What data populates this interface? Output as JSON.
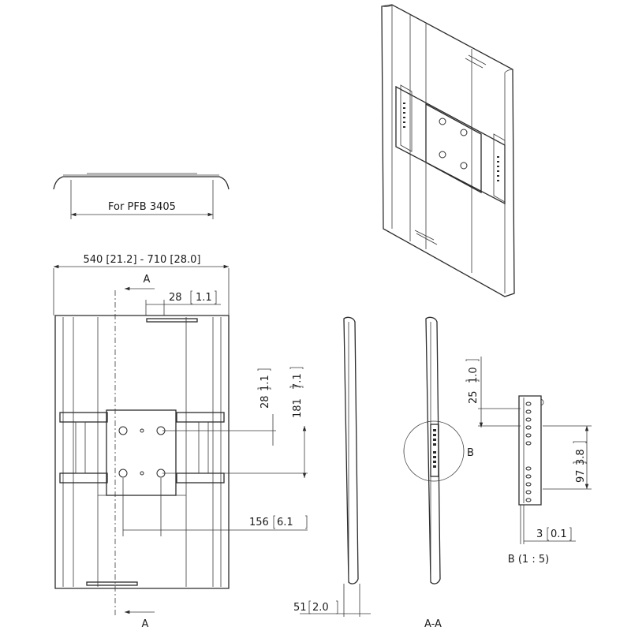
{
  "labels": {
    "for_pfb": "For PFB 3405",
    "width_range": "540 [21.2] - 710 [28.0]",
    "section_a_top": "A",
    "section_a_bottom": "A",
    "dim_28_h": "28",
    "dim_28_h_in": "1.1",
    "dim_28_v": "28",
    "dim_28_v_in": "1.1",
    "dim_181": "181",
    "dim_181_in": "7.1",
    "dim_156": "156",
    "dim_156_in": "6.1",
    "dim_51": "51",
    "dim_51_in": "2.0",
    "section_aa": "A-A",
    "detail_b": "B",
    "detail_b_scale": "B (1 : 5)",
    "dim_25": "25",
    "dim_25_in": "1.0",
    "dim_97": "97",
    "dim_97_in": "3.8",
    "dim_3": "3",
    "dim_3_in": "0.1"
  }
}
